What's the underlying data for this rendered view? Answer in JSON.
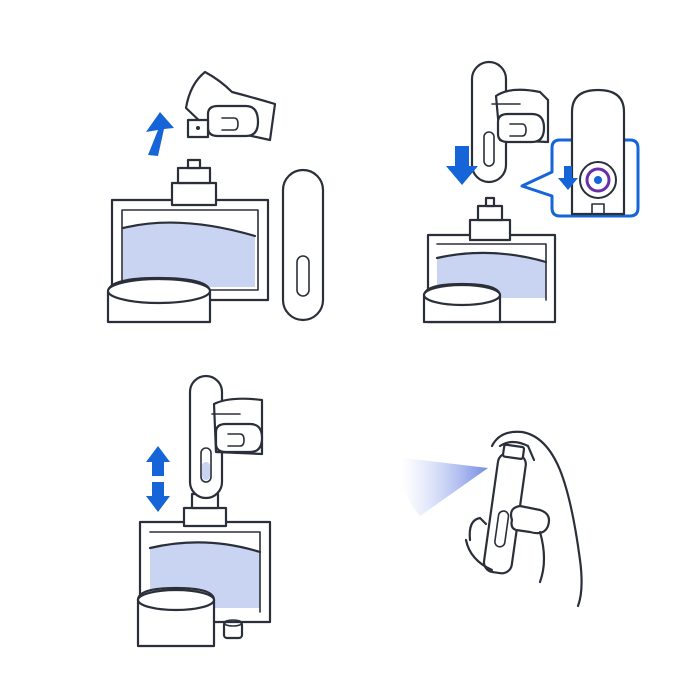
{
  "steps": [
    {
      "id": 1,
      "action": "remove-cap",
      "arrow": "up"
    },
    {
      "id": 2,
      "action": "press-atomizer-onto-nozzle",
      "arrow": "down"
    },
    {
      "id": 3,
      "action": "pump-to-fill",
      "arrow": "up-down"
    },
    {
      "id": 4,
      "action": "spray",
      "arrow": "none"
    }
  ],
  "colors": {
    "accent": "#1565d8",
    "liquid": "#c9d3f2",
    "outline": "#2a2f3a",
    "spray": "#7f95e6",
    "callout_ring": "#6a2fa8"
  },
  "icons": [
    "hand-icon",
    "perfume-bottle-icon",
    "atomizer-icon",
    "cap-icon",
    "arrow-up-icon",
    "arrow-down-icon",
    "arrow-updown-icon",
    "spray-mist-icon",
    "zoom-callout-icon"
  ]
}
